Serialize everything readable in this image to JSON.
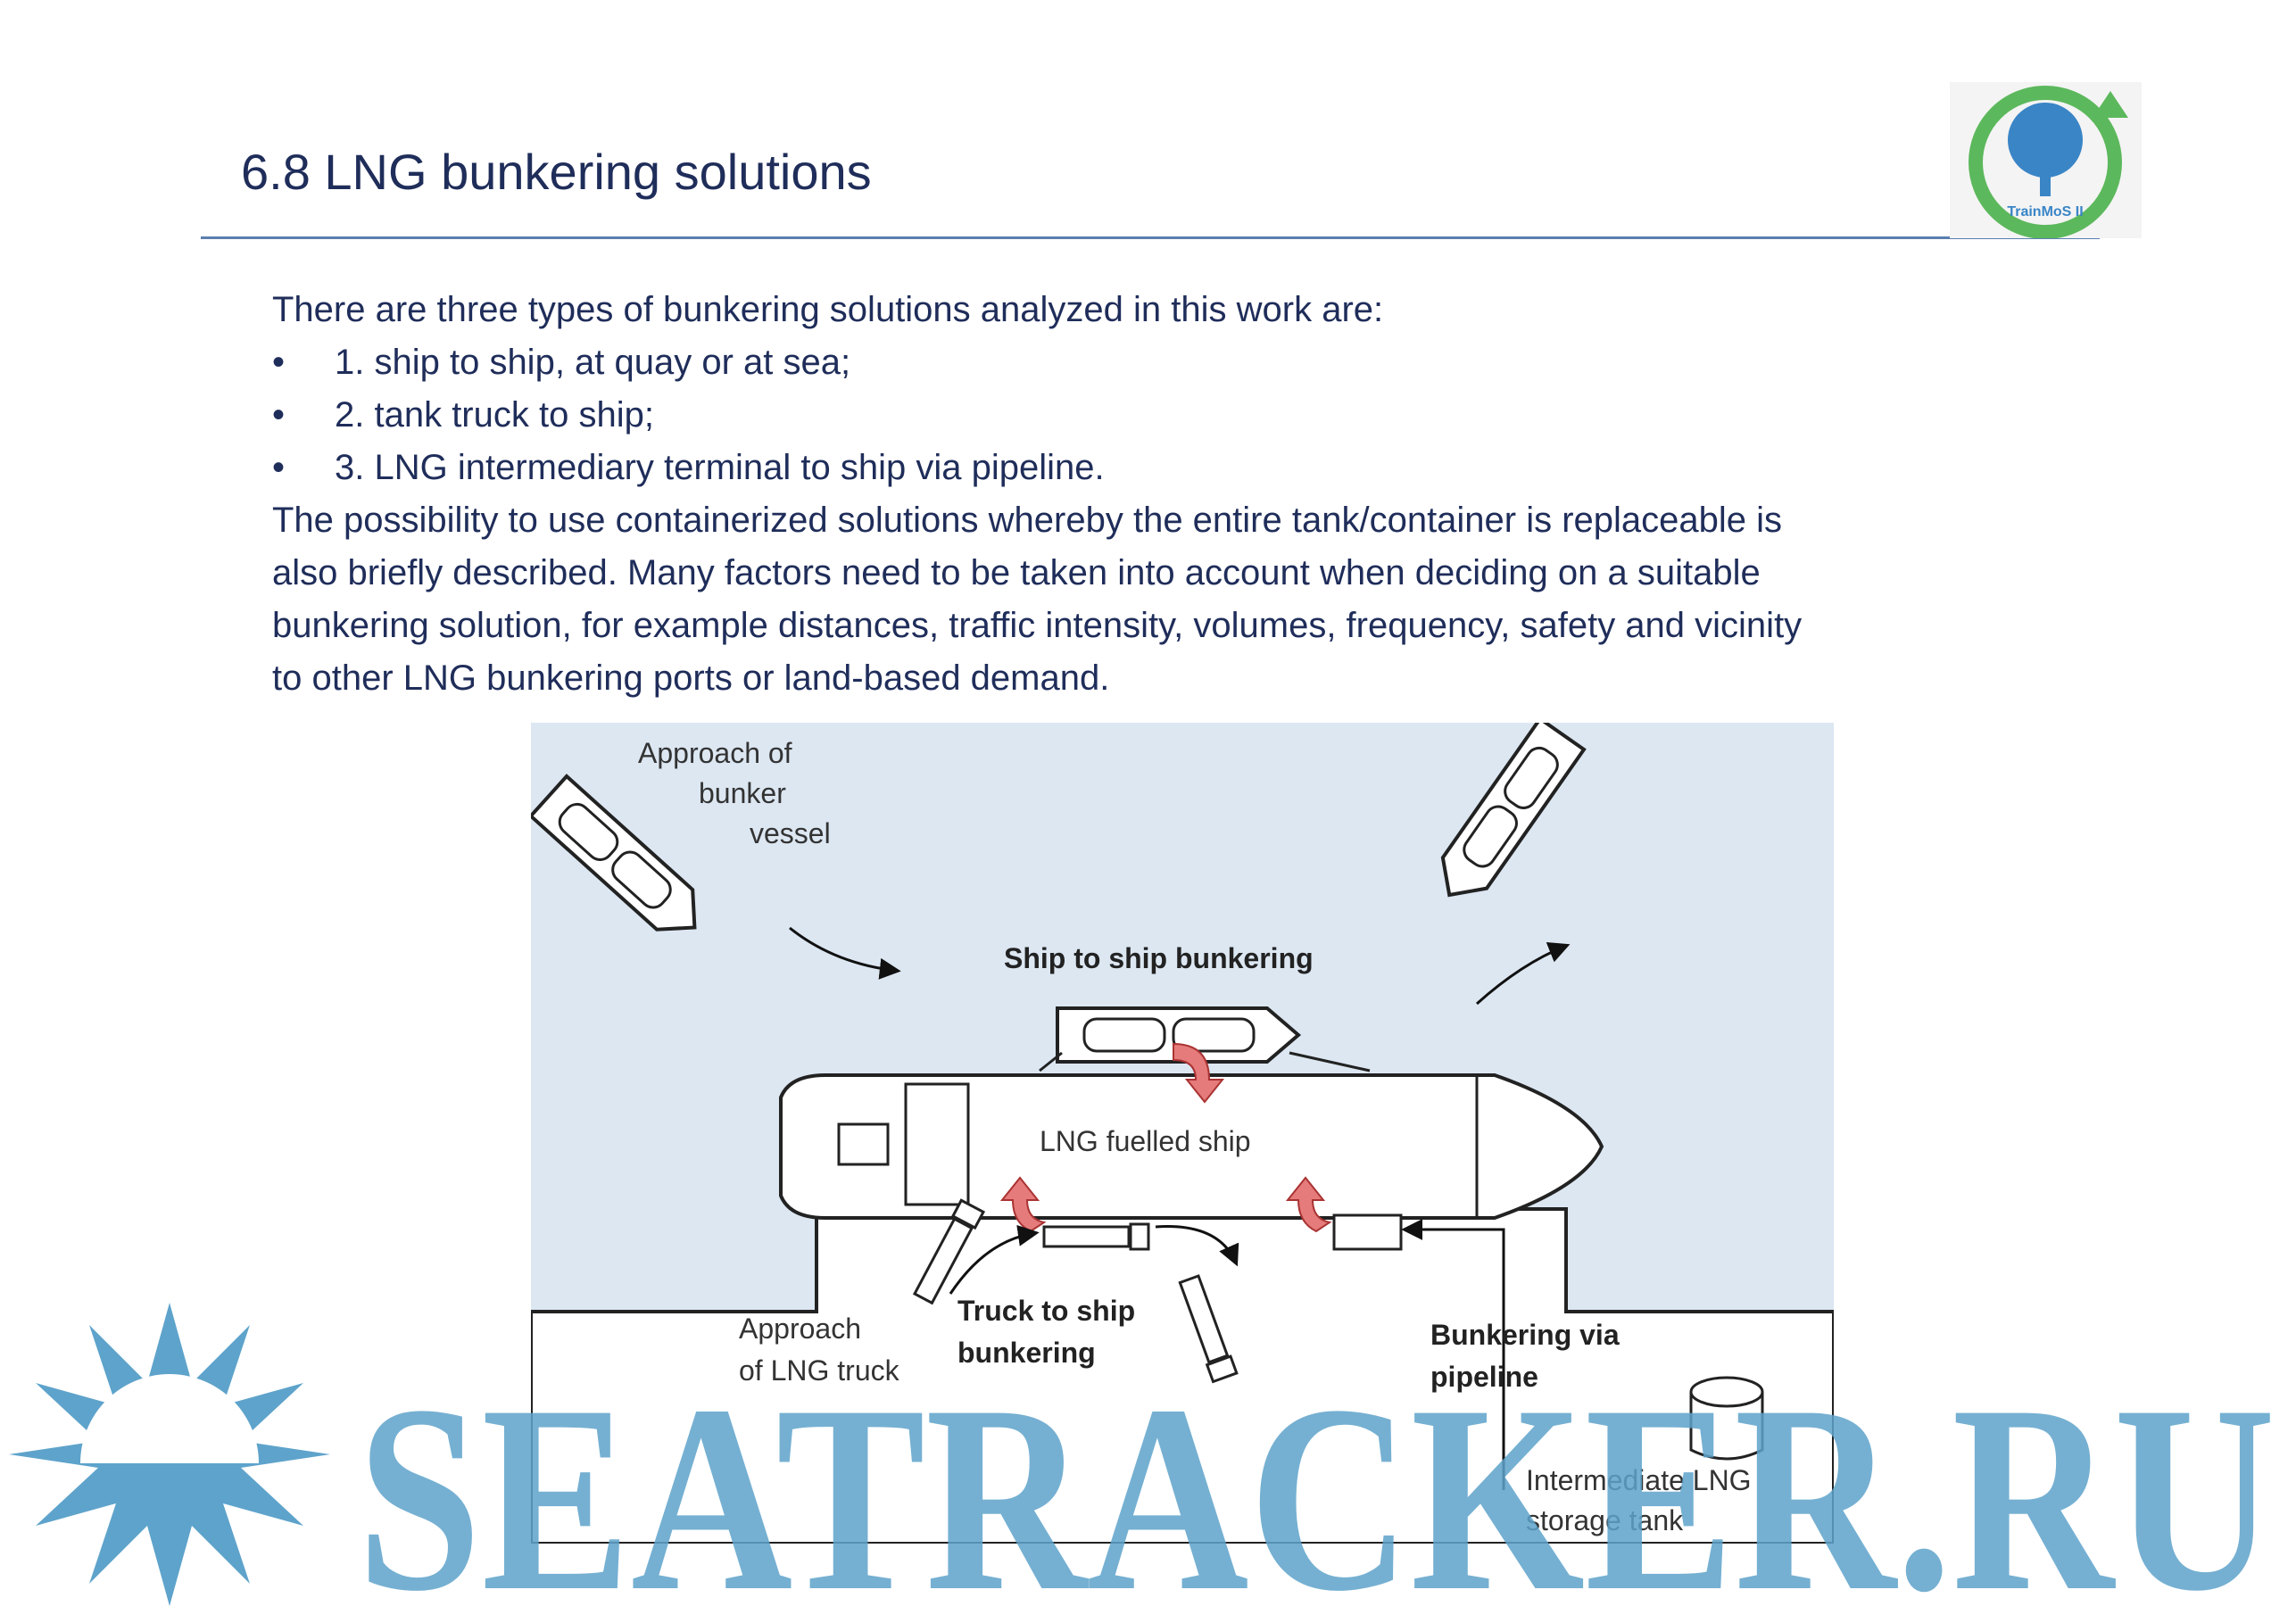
{
  "slide": {
    "title": "6.8  LNG bunkering solutions",
    "logo_text": "TrainMoS II"
  },
  "body": {
    "intro": "There are  three types of bunkering solutions analyzed in this work are:",
    "bullets": [
      "1. ship to ship, at quay or at sea;",
      "2. tank truck to ship;",
      "3. LNG intermediary terminal to ship via pipeline."
    ],
    "bullet_marker": "•",
    "paragraph_lines": [
      "The possibility to use containerized solutions whereby the entire tank/container is replaceable is",
      "also briefly described. Many factors need to be taken into account when deciding on a suitable",
      "bunkering solution, for example distances, traffic intensity, volumes, frequency, safety and vicinity",
      "to other LNG bunkering ports or land-based demand."
    ]
  },
  "diagram": {
    "approach_bunker": [
      "Approach of",
      "bunker",
      "vessel"
    ],
    "ship_to_ship": "Ship to ship  bunkering",
    "lng_ship": "LNG fuelled ship",
    "truck_to_ship": [
      "Truck to ship",
      "bunkering"
    ],
    "approach_truck": [
      "Approach",
      "of LNG truck"
    ],
    "via_pipeline": [
      "Bunkering via",
      "pipeline"
    ],
    "storage_tank": [
      "Intermediate LNG",
      "storage tank"
    ]
  },
  "watermark": {
    "text": "SEATRACKER.RU"
  },
  "colors": {
    "text": "#1f2d5a",
    "rule": "#5a7fb0",
    "water": "#dce7f2",
    "arrow_fill": "#e57b7b",
    "watermark": "#5ea3cb"
  }
}
